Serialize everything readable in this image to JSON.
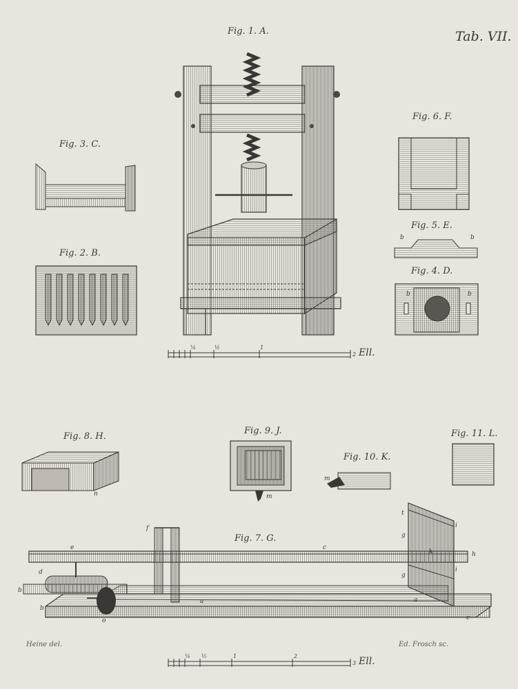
{
  "plate": {
    "tab_label": "Tab. VII.",
    "credit_left": "Heine del.",
    "credit_right": "Ed. Frosch sc."
  },
  "figures": {
    "fig1": "Fig. 1. A.",
    "fig2": "Fig. 2. B.",
    "fig3": "Fig. 3. C.",
    "fig4": "Fig. 4. D.",
    "fig5": "Fig. 5. E.",
    "fig6": "Fig. 6. F.",
    "fig7": "Fig. 7. G.",
    "fig8": "Fig. 8. H.",
    "fig9": "Fig. 9. J.",
    "fig10": "Fig. 10. K.",
    "fig11": "Fig. 11. L."
  },
  "scales": {
    "top": {
      "ticks": [
        "¼",
        "½",
        "1"
      ],
      "end": "2",
      "unit": "Ell."
    },
    "bottom": {
      "ticks": [
        "¼",
        "½",
        "1",
        "2"
      ],
      "end": "3",
      "unit": "Ell."
    }
  },
  "letters": {
    "b": "b",
    "d": "d",
    "e": "e",
    "f": "f",
    "g": "g",
    "h": "h",
    "i": "i",
    "k": "k",
    "a": "a",
    "c": "c",
    "o": "o",
    "t": "t",
    "m": "m",
    "n": "n"
  }
}
